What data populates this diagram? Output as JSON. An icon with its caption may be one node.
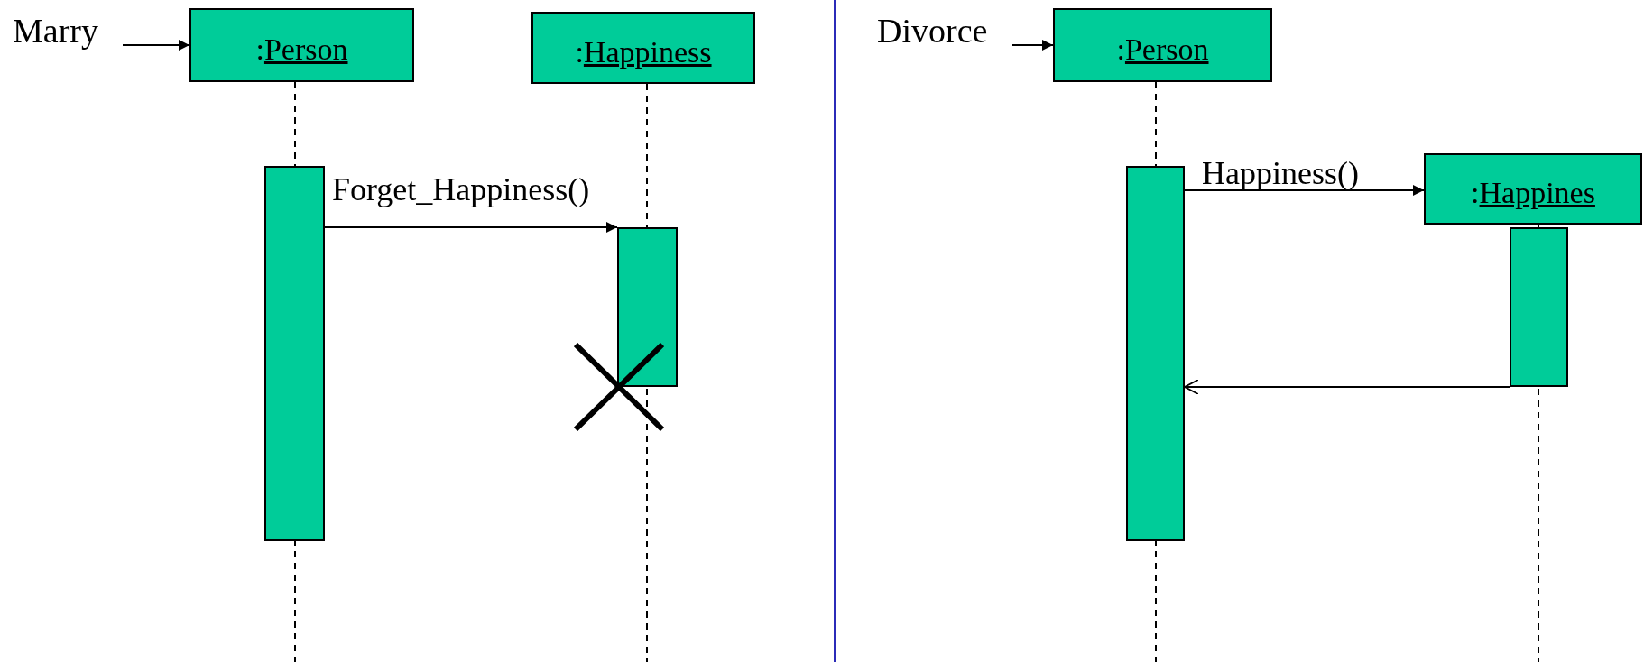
{
  "diagram": {
    "nodes": [
      {
        "text": [
          "Marry"
        ]
      },
      {
        "text": [
          ":Person"
        ]
      },
      {
        "text": [
          ":Happiness"
        ]
      },
      {
        "text": [],
        "shape": "bar"
      },
      {
        "text": [],
        "shape": "bar"
      },
      {
        "text": [
          "Divorce"
        ]
      },
      {
        "text": [
          ":Person"
        ]
      },
      {
        "text": [
          ":Happines"
        ]
      },
      {
        "text": [],
        "shape": "bar"
      },
      {
        "text": [],
        "shape": "bar"
      }
    ],
    "edges": [
      {
        "from": 0,
        "to": 1,
        "arrow": "to"
      },
      {
        "from": 3,
        "to": 4,
        "arrow": "to",
        "label": "Forget_Happiness()"
      },
      {
        "from": 5,
        "to": 6,
        "arrow": "to"
      },
      {
        "from": 8,
        "to": 7,
        "arrow": "to",
        "label": "Happiness()"
      },
      {
        "from": 9,
        "to": 8,
        "arrow": "to"
      }
    ]
  }
}
